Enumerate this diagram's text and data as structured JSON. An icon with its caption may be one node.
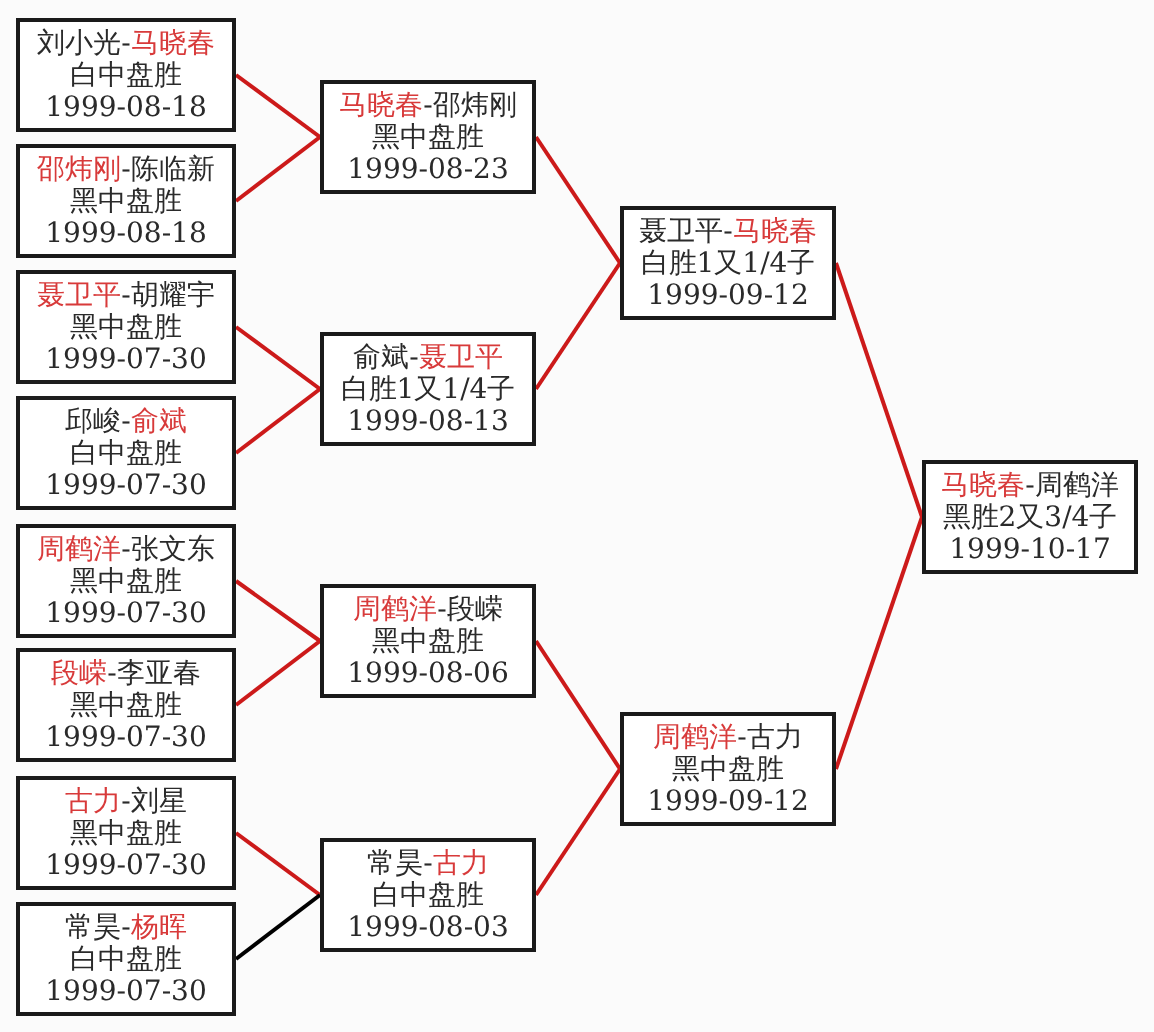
{
  "diagram": {
    "nodes": [
      {
        "text": [
          "刘小光-**马晓春**",
          "白中盘胜",
          "1999-08-18"
        ]
      },
      {
        "text": [
          "**邵炜刚**-陈临新",
          "黑中盘胜",
          "1999-08-18"
        ]
      },
      {
        "text": [
          "**聂卫平**-胡耀宇",
          "黑中盘胜",
          "1999-07-30"
        ]
      },
      {
        "text": [
          "邱峻-**俞斌**",
          "白中盘胜",
          "1999-07-30"
        ]
      },
      {
        "text": [
          "**周鹤洋**-张文东",
          "黑中盘胜",
          "1999-07-30"
        ]
      },
      {
        "text": [
          "**段嵘**-李亚春",
          "黑中盘胜",
          "1999-07-30"
        ]
      },
      {
        "text": [
          "**古力**-刘星",
          "黑中盘胜",
          "1999-07-30"
        ]
      },
      {
        "text": [
          "常昊-**杨晖**",
          "白中盘胜",
          "1999-07-30"
        ]
      },
      {
        "text": [
          "**马晓春**-邵炜刚",
          "黑中盘胜",
          "1999-08-23"
        ]
      },
      {
        "text": [
          "俞斌-**聂卫平**",
          "白胜1又1/4子",
          "1999-08-13"
        ]
      },
      {
        "text": [
          "**周鹤洋**-段嵘",
          "黑中盘胜",
          "1999-08-06"
        ]
      },
      {
        "text": [
          "常昊-**古力**",
          "白中盘胜",
          "1999-08-03"
        ]
      },
      {
        "text": [
          "聂卫平-**马晓春**",
          "白胜1又1/4子",
          "1999-09-12"
        ]
      },
      {
        "text": [
          "**周鹤洋**-古力",
          "黑中盘胜",
          "1999-09-12"
        ]
      },
      {
        "text": [
          "**马晓春**-周鹤洋",
          "黑胜2又3/4子",
          "1999-10-17"
        ]
      }
    ],
    "edges": [
      {
        "from": 0,
        "to": 8,
        "arrow": "none"
      },
      {
        "from": 1,
        "to": 8,
        "arrow": "none"
      },
      {
        "from": 2,
        "to": 9,
        "arrow": "none"
      },
      {
        "from": 3,
        "to": 9,
        "arrow": "none"
      },
      {
        "from": 4,
        "to": 10,
        "arrow": "none"
      },
      {
        "from": 5,
        "to": 10,
        "arrow": "none"
      },
      {
        "from": 6,
        "to": 11,
        "arrow": "none"
      },
      {
        "from": 7,
        "to": 11,
        "arrow": "none",
        "color": "#000000"
      },
      {
        "from": 8,
        "to": 12,
        "arrow": "none"
      },
      {
        "from": 9,
        "to": 12,
        "arrow": "none"
      },
      {
        "from": 10,
        "to": 13,
        "arrow": "none"
      },
      {
        "from": 11,
        "to": 13,
        "arrow": "none"
      },
      {
        "from": 12,
        "to": 14,
        "arrow": "none"
      },
      {
        "from": 13,
        "to": 14,
        "arrow": "none"
      }
    ]
  }
}
